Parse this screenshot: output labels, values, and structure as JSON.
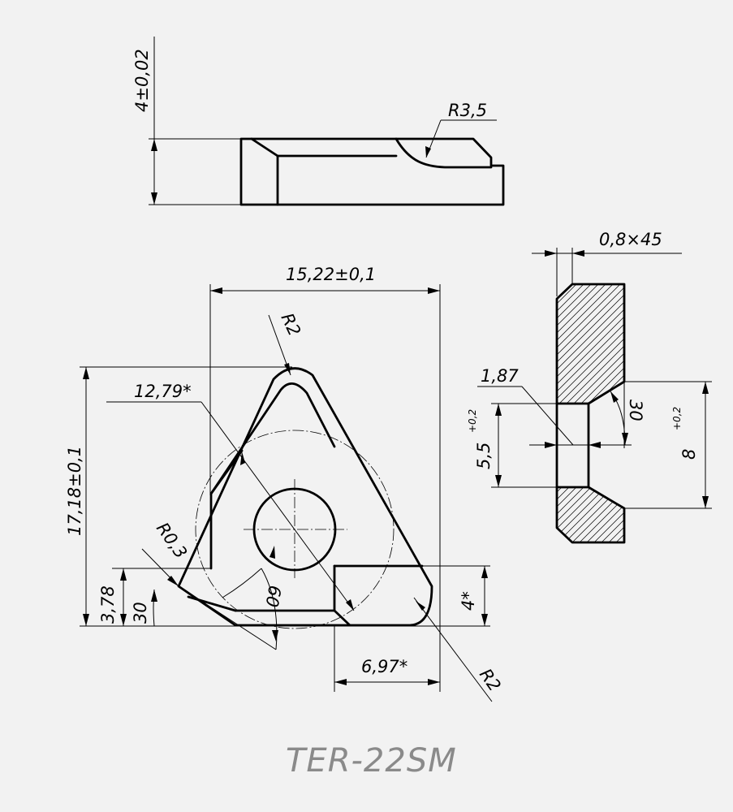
{
  "title": "TER-22SM",
  "top_view": {
    "thickness": "4±0,02",
    "chip_radius": "R3,5"
  },
  "plan_view": {
    "width": "15,22±0,1",
    "height": "17,18±0,1",
    "inscribed_diameter": "12,79*",
    "top_corner_radius": "R2",
    "bottom_corner_radius": "R2",
    "left_corner_radius": "R0,3",
    "corner_height": "3,78",
    "left_angle": "30",
    "inner_angle": "60",
    "step_height": "4*",
    "step_width": "6,97*"
  },
  "section_view": {
    "chamfer": "0,8×45",
    "land": "1,87",
    "hole_diameter": "5,5",
    "hole_tolerance": "+0,2",
    "countersink_diameter": "8",
    "countersink_tolerance": "+0,2",
    "countersink_angle": "30"
  }
}
